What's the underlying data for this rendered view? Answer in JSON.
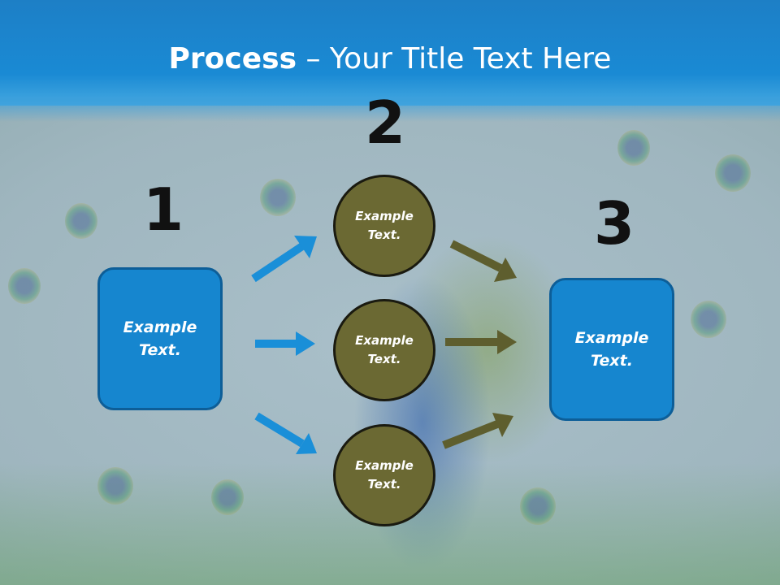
{
  "header": {
    "title_bold": "Process",
    "title_rest": " – Your Title Text Here"
  },
  "steps": {
    "one": "1",
    "two": "2",
    "three": "3"
  },
  "boxes": {
    "left_text": "Example Text.",
    "right_text": "Example Text."
  },
  "circles": [
    "Example Text.",
    "Example Text.",
    "Example Text."
  ],
  "colors": {
    "header": "#1a8ad4",
    "box": "#1686cf",
    "circle": "#6b6933",
    "blue_arrow": "#1a8fd8",
    "olive_arrow": "#5e5e2e"
  }
}
